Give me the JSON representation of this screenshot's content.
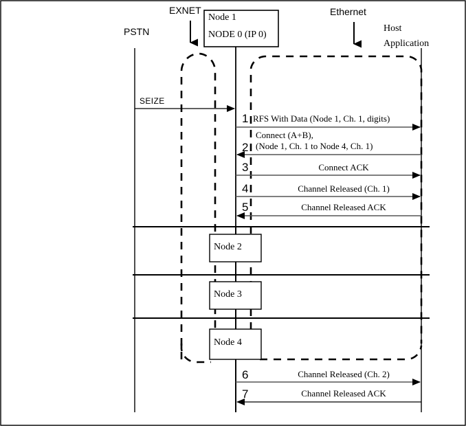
{
  "diagram": {
    "title_node_box": {
      "line1": "Node 1",
      "line2": "NODE 0 (IP 0)"
    },
    "annotations": [
      {
        "name": "exnet",
        "text": "EXNET"
      },
      {
        "name": "ethernet",
        "text": "Ethernet"
      }
    ],
    "lifelines": [
      {
        "name": "pstn",
        "label": "PSTN"
      },
      {
        "name": "host-application",
        "label_line1": "Host",
        "label_line2": "Application"
      }
    ],
    "seize": {
      "label": "SEIZE"
    },
    "messages": [
      {
        "num": "1",
        "text": "RFS With Data (Node 1, Ch. 1, digits)",
        "direction": "right"
      },
      {
        "num": "2",
        "text_line1": "Connect (A+B),",
        "text_line2": "(Node 1, Ch. 1 to Node 4, Ch. 1)",
        "direction": "left"
      },
      {
        "num": "3",
        "text": "Connect ACK",
        "direction": "right"
      },
      {
        "num": "4",
        "text": "Channel Released (Ch. 1)",
        "direction": "right"
      },
      {
        "num": "5",
        "text": "Channel Released ACK",
        "direction": "left"
      },
      {
        "num": "6",
        "text": "Channel Released (Ch. 2)",
        "direction": "right"
      },
      {
        "num": "7",
        "text": "Channel Released ACK",
        "direction": "left"
      }
    ],
    "nodes": [
      {
        "name": "node-2",
        "label": "Node 2"
      },
      {
        "name": "node-3",
        "label": "Node 3"
      },
      {
        "name": "node-4",
        "label": "Node 4"
      }
    ],
    "colors": {
      "stroke": "#000000",
      "arrow_line": "#555555",
      "background": "#ffffff",
      "border": "#000000"
    }
  }
}
